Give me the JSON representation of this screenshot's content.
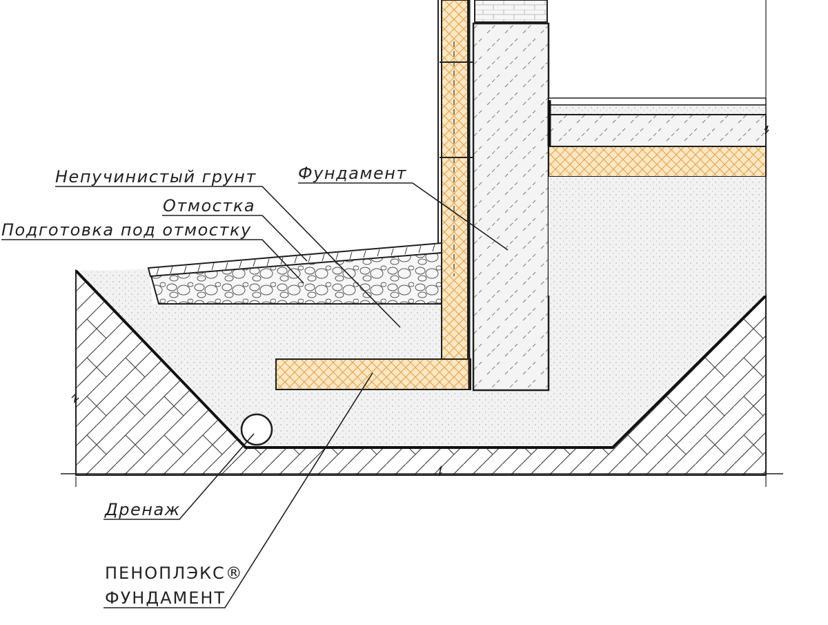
{
  "labels": {
    "soil": "Непучинистый грунт",
    "blind_area": "Отмостка",
    "blind_area_base": "Подготовка под отмостку",
    "foundation": "Фундамент",
    "drainage": "Дренаж",
    "product_line1": "ПЕНОПЛЭКС®",
    "product_line2": "ФУНДАМЕНТ"
  },
  "colors": {
    "insulation_fill": "#fbe7c4",
    "insulation_hatch": "#e5a24a",
    "line": "#1e1e1e",
    "soil_fill": "#f1f1f1"
  }
}
